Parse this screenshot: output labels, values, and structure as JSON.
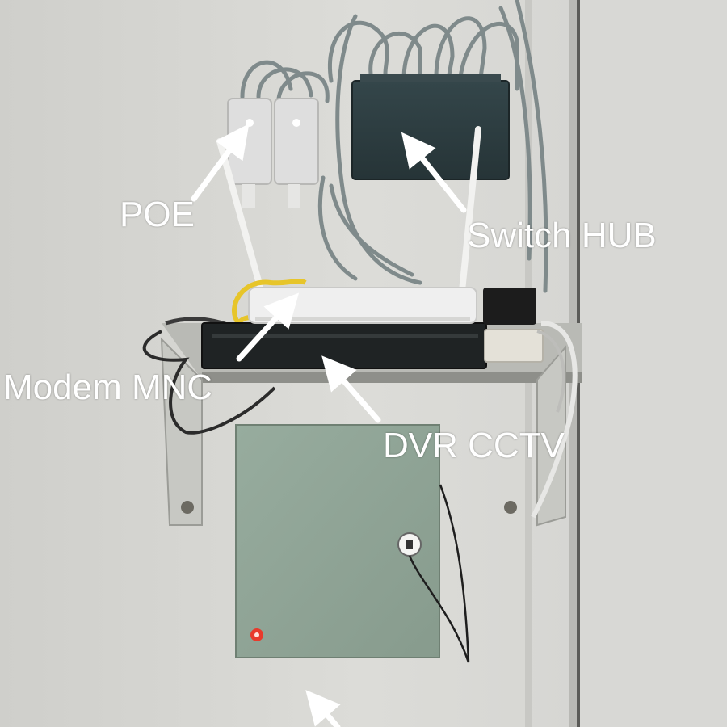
{
  "photo": {
    "labels": {
      "poe": "POE",
      "switch_hub": "Switch HUB",
      "modem": "Modem MNC",
      "dvr": "DVR CCTV"
    },
    "colors": {
      "wall": "#d6d6d3",
      "label_text": "#ffffff",
      "arrow": "#ffffff",
      "switch_body": "#2c3b3f",
      "router_body": "#efefef",
      "dvr_body": "#1f2324",
      "panel_box": "#8fa496",
      "cable_gray": "#7f8a8b",
      "cable_yellow": "#e7c52a",
      "indicator_red": "#e83a2c"
    }
  }
}
